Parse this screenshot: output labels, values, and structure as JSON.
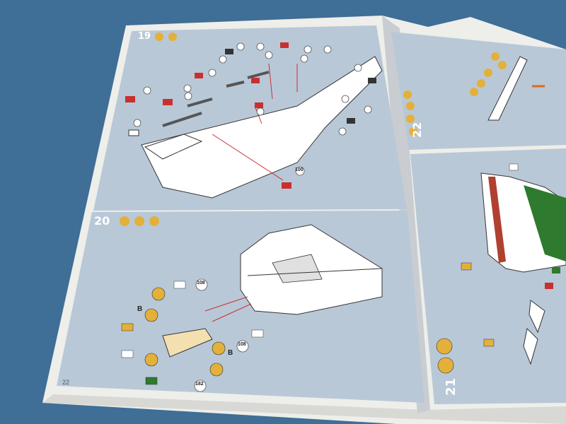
{
  "steps": {
    "s19": "19",
    "s20": "20",
    "s21": "21",
    "s22": "22"
  },
  "page_number": "22",
  "part_numbers": {
    "p108a": "108",
    "p108b": "108",
    "p182": "182",
    "p100": "100"
  },
  "side_letters": {
    "b_left": "B",
    "b_right": "B"
  },
  "colors": {
    "background": "#3f6e96",
    "page": "#f4f4f0",
    "panel": "#b8c8d8",
    "accent_red": "#c83030",
    "accent_green": "#2e7a2e",
    "callout_gold": "#e3b03a"
  }
}
